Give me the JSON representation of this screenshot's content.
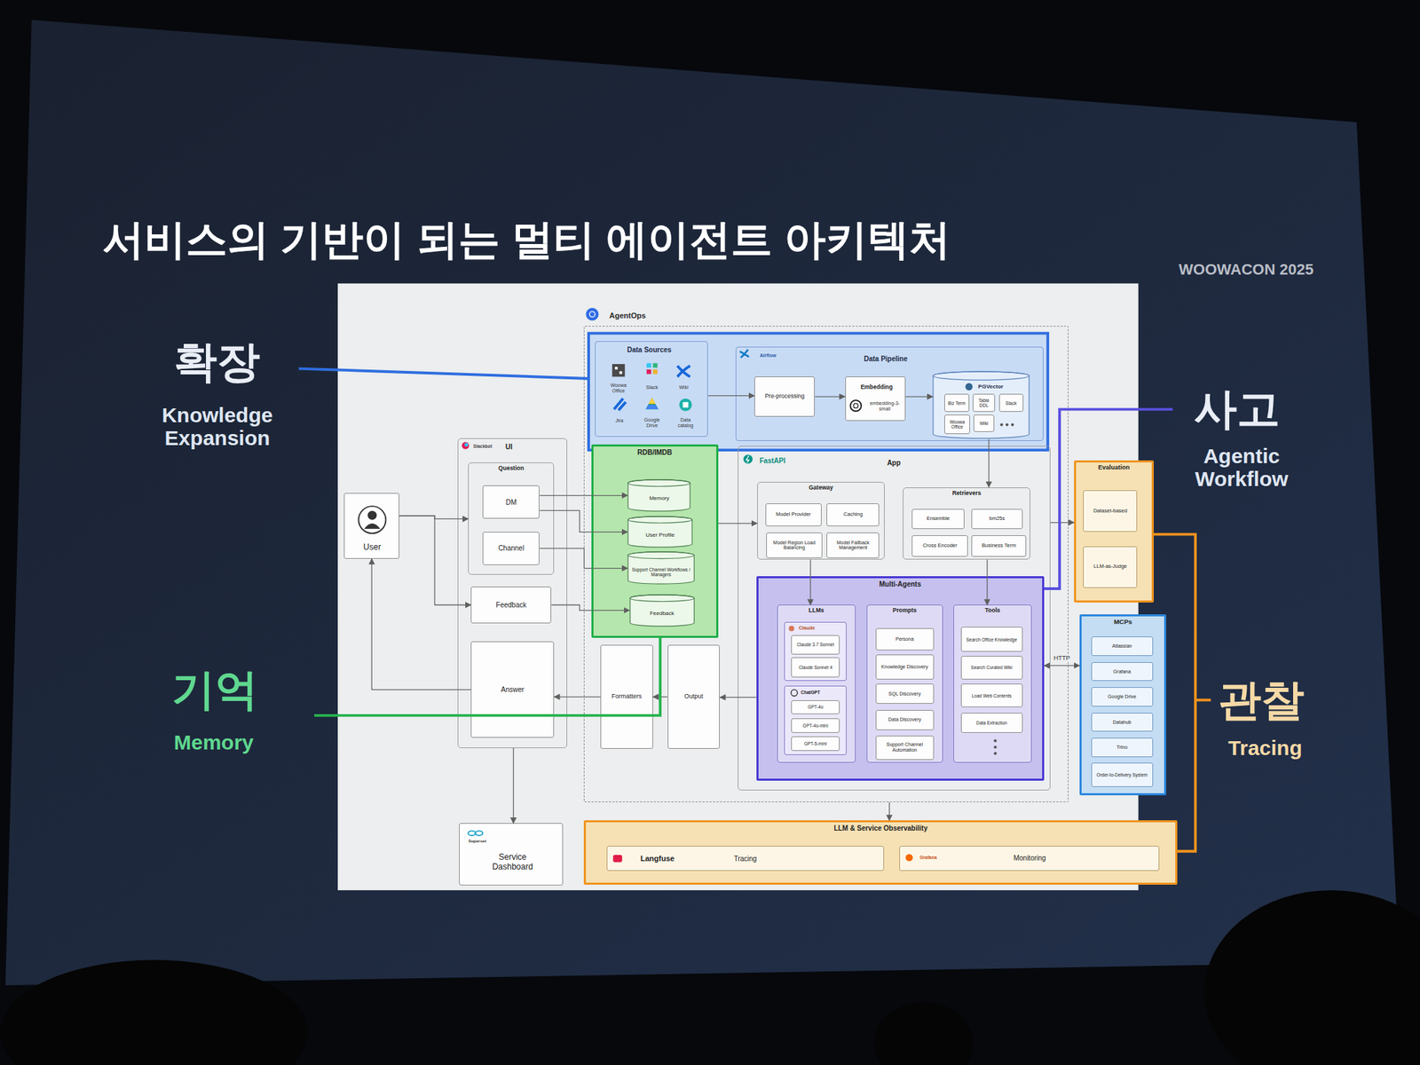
{
  "diagram": {
    "title": "서비스의 기반이 되는 멀티 에이전트 아키텍처",
    "nodes": [
      {
        "text": [
          "AgentOps"
        ]
      },
      {
        "text": [
          "Data Sources",
          "Woowa Office",
          "Slack",
          "Wiki",
          "Jira",
          "Google Drive",
          "Data catalog"
        ],
        "in": 0
      },
      {
        "text": [
          "Airflow",
          "Data Pipeline"
        ],
        "in": 0
      },
      {
        "text": [
          "Pre-processing"
        ],
        "in": 2
      },
      {
        "text": [
          "Embedding",
          "embedding-3-small"
        ],
        "in": 2
      },
      {
        "text": [
          "PGVector"
        ],
        "in": 2
      },
      {
        "text": [
          "Biz Term"
        ],
        "in": 5
      },
      {
        "text": [
          "Table DDL"
        ],
        "in": 5
      },
      {
        "text": [
          "Slack"
        ],
        "in": 5
      },
      {
        "text": [
          "Woowa Office"
        ],
        "in": 5
      },
      {
        "text": [
          "Wiki"
        ],
        "in": 5
      },
      {
        "text": [
          "Slackbot",
          "UI"
        ]
      },
      {
        "text": [
          "Question"
        ],
        "in": 11
      },
      {
        "text": [
          "DM"
        ],
        "in": 12
      },
      {
        "text": [
          "Channel"
        ],
        "in": 12
      },
      {
        "text": [
          "Feedback"
        ],
        "in": 11
      },
      {
        "text": [
          "Answer"
        ],
        "in": 11
      },
      {
        "text": [
          "User"
        ]
      },
      {
        "text": [
          "RDB/IMDB"
        ],
        "in": 0
      },
      {
        "text": [
          "Memory"
        ],
        "in": 18
      },
      {
        "text": [
          "User Profile"
        ],
        "in": 18
      },
      {
        "text": [
          "Support Channel Workflows / Managers"
        ],
        "in": 18
      },
      {
        "text": [
          "Feedback"
        ],
        "in": 18
      },
      {
        "text": [
          "Formatters"
        ],
        "in": 0
      },
      {
        "text": [
          "Output"
        ],
        "in": 0
      },
      {
        "text": [
          "FastAPI",
          "App"
        ],
        "in": 0
      },
      {
        "text": [
          "Gateway"
        ],
        "in": 25
      },
      {
        "text": [
          "Model Provider"
        ],
        "in": 26
      },
      {
        "text": [
          "Caching"
        ],
        "in": 26
      },
      {
        "text": [
          "Model Region Load Balancing"
        ],
        "in": 26
      },
      {
        "text": [
          "Model Fallback Management"
        ],
        "in": 26
      },
      {
        "text": [
          "Retrievers"
        ],
        "in": 25
      },
      {
        "text": [
          "Ensemble"
        ],
        "in": 31
      },
      {
        "text": [
          "bm25s"
        ],
        "in": 31
      },
      {
        "text": [
          "Cross Encoder"
        ],
        "in": 31
      },
      {
        "text": [
          "Business Term"
        ],
        "in": 31
      },
      {
        "text": [
          "Multi-Agents"
        ],
        "in": 25
      },
      {
        "text": [
          "LLMs"
        ],
        "in": 36
      },
      {
        "text": [
          "Claude"
        ],
        "in": 37
      },
      {
        "text": [
          "Claude 3.7 Sonnet"
        ],
        "in": 38
      },
      {
        "text": [
          "Claude Sonnet 4"
        ],
        "in": 38
      },
      {
        "text": [
          "ChatGPT"
        ],
        "in": 37
      },
      {
        "text": [
          "GPT-4o"
        ],
        "in": 41
      },
      {
        "text": [
          "GPT-4o-mini"
        ],
        "in": 41
      },
      {
        "text": [
          "GPT-5-mini"
        ],
        "in": 41
      },
      {
        "text": [
          "Prompts"
        ],
        "in": 36
      },
      {
        "text": [
          "Persona"
        ],
        "in": 45
      },
      {
        "text": [
          "Knowledge Discovery"
        ],
        "in": 45
      },
      {
        "text": [
          "SQL Discovery"
        ],
        "in": 45
      },
      {
        "text": [
          "Data Discovery"
        ],
        "in": 45
      },
      {
        "text": [
          "Support Channel Automation"
        ],
        "in": 45
      },
      {
        "text": [
          "Tools"
        ],
        "in": 36
      },
      {
        "text": [
          "Search Office Knowledge"
        ],
        "in": 51
      },
      {
        "text": [
          "Search Curated Wiki"
        ],
        "in": 51
      },
      {
        "text": [
          "Load Web Contents"
        ],
        "in": 51
      },
      {
        "text": [
          "Data Extraction"
        ],
        "in": 51
      },
      {
        "text": [
          "Evaluation"
        ]
      },
      {
        "text": [
          "Dataset-based"
        ],
        "in": 56
      },
      {
        "text": [
          "LLM-as-Judge"
        ],
        "in": 56
      },
      {
        "text": [
          "MCPs"
        ]
      },
      {
        "text": [
          "Atlassian"
        ],
        "in": 59
      },
      {
        "text": [
          "Grafana"
        ],
        "in": 59
      },
      {
        "text": [
          "Google Drive"
        ],
        "in": 59
      },
      {
        "text": [
          "Datahub"
        ],
        "in": 59
      },
      {
        "text": [
          "Trino"
        ],
        "in": 59
      },
      {
        "text": [
          "Order-to-Delivery System"
        ],
        "in": 59
      },
      {
        "text": [
          "Superset",
          "Service Dashboard"
        ]
      },
      {
        "text": [
          "LLM & Service Observability"
        ]
      },
      {
        "text": [
          "Langfuse",
          "Tracing"
        ],
        "in": 67
      },
      {
        "text": [
          "Grafana",
          "Monitoring"
        ],
        "in": 67
      }
    ],
    "edges": [
      {
        "from": 17,
        "to": 12,
        "arrow": "to"
      },
      {
        "from": 17,
        "to": 15,
        "arrow": "to"
      },
      {
        "from": 16,
        "to": 17,
        "arrow": "to"
      },
      {
        "from": 13,
        "to": 19,
        "arrow": "to"
      },
      {
        "from": 13,
        "to": 20,
        "arrow": "to"
      },
      {
        "from": 14,
        "to": 21,
        "arrow": "to"
      },
      {
        "from": 15,
        "to": 22,
        "arrow": "to"
      },
      {
        "from": 18,
        "to": 26,
        "arrow": "to"
      },
      {
        "from": 1,
        "to": 3,
        "arrow": "to"
      },
      {
        "from": 3,
        "to": 4,
        "arrow": "to"
      },
      {
        "from": 4,
        "to": 5,
        "arrow": "to"
      },
      {
        "from": 5,
        "to": 31,
        "arrow": "to"
      },
      {
        "from": 26,
        "to": 37,
        "arrow": "to"
      },
      {
        "from": 31,
        "to": 51,
        "arrow": "to"
      },
      {
        "from": 36,
        "to": 24,
        "arrow": "to"
      },
      {
        "from": 24,
        "to": 23,
        "arrow": "to"
      },
      {
        "from": 23,
        "to": 16,
        "arrow": "to"
      },
      {
        "from": 36,
        "to": 59,
        "label": "HTTP",
        "arrow": "both"
      },
      {
        "from": 25,
        "to": 56,
        "arrow": "to"
      },
      {
        "from": 11,
        "to": 66,
        "arrow": "to"
      },
      {
        "from": 0,
        "to": 67,
        "arrow": "to"
      }
    ],
    "labels": [
      "WOOWACON 2025",
      "확장",
      "Knowledge Expansion",
      "기억",
      "Memory",
      "사고",
      "Agentic Workflow",
      "관찰",
      "Tracing"
    ]
  }
}
